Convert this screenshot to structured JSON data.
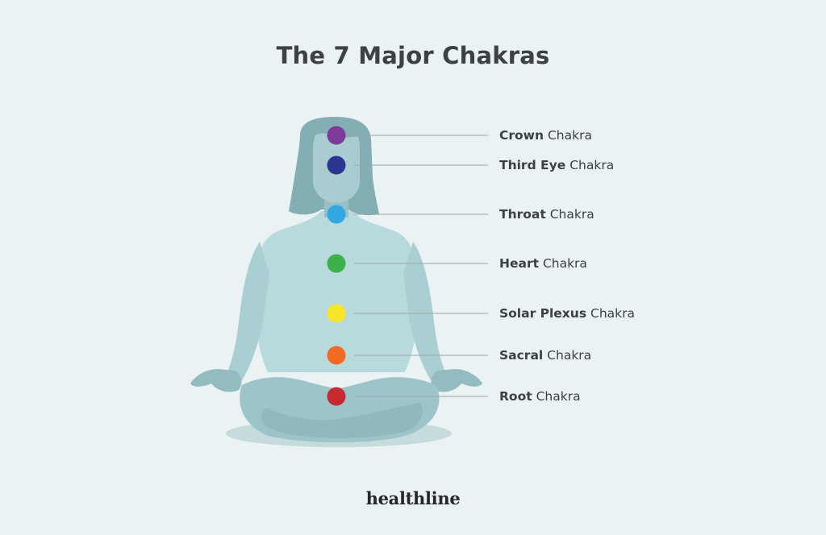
{
  "title": "The 7 Major Chakras",
  "chakras": [
    {
      "name": "Crown",
      "suffix": "Chakra",
      "color": "#7d3a96"
    },
    {
      "name": "Third Eye",
      "suffix": "Chakra",
      "color": "#2d3592"
    },
    {
      "name": "Throat",
      "suffix": "Chakra",
      "color": "#33a8e0"
    },
    {
      "name": "Heart",
      "suffix": "Chakra",
      "color": "#3db14b"
    },
    {
      "name": "Solar Plexus",
      "suffix": "Chakra",
      "color": "#f7e629"
    },
    {
      "name": "Sacral",
      "suffix": "Chakra",
      "color": "#f26a24"
    },
    {
      "name": "Root",
      "suffix": "Chakra",
      "color": "#c62a2e"
    }
  ],
  "logo": "healthline"
}
